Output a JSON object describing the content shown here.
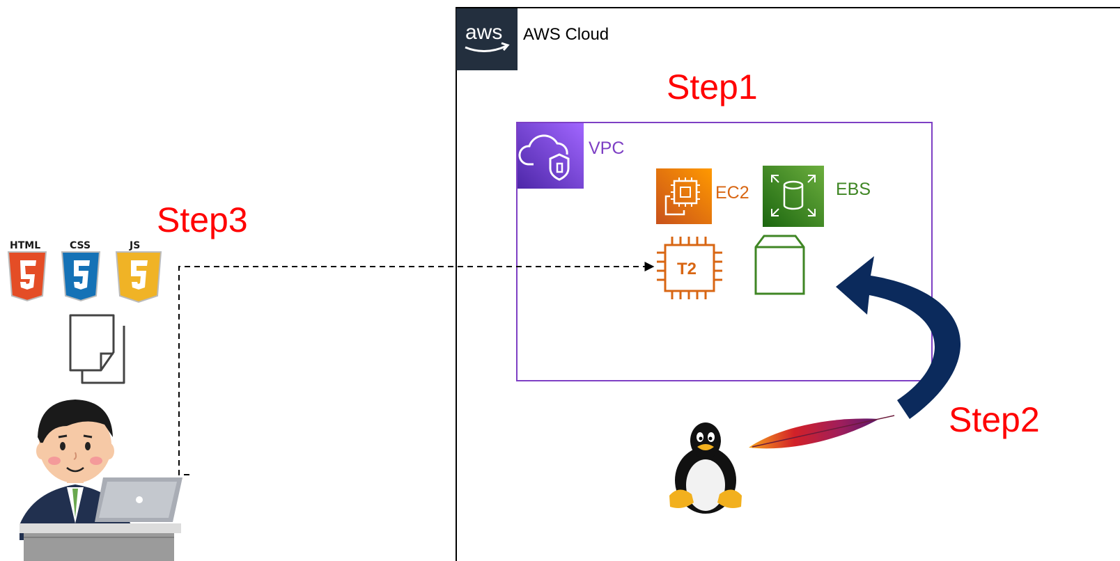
{
  "diagram": {
    "aws_cloud_label": "AWS Cloud",
    "aws_logo_text": "aws",
    "vpc_label": "VPC",
    "ec2_label": "EC2",
    "ebs_label": "EBS",
    "t2_label": "T2",
    "step1": "Step1",
    "step2": "Step2",
    "step3": "Step3",
    "html_badge": "HTML",
    "css_badge": "CSS",
    "js_badge": "JS"
  },
  "colors": {
    "step_text": "#ff0000",
    "vpc": "#7d3fc4",
    "ec2": "#d86613",
    "ebs": "#3f8624",
    "aws_dark": "#232f3e",
    "curved_arrow": "#0b2a5c"
  },
  "icons": [
    "aws-logo-icon",
    "vpc-icon",
    "ec2-icon",
    "ebs-icon",
    "t2-instance-icon",
    "ebs-volume-icon",
    "html5-icon",
    "css3-icon",
    "js-icon",
    "documents-icon",
    "user-at-laptop-icon",
    "linux-tux-icon",
    "apache-feather-icon",
    "curved-arrow-icon"
  ]
}
